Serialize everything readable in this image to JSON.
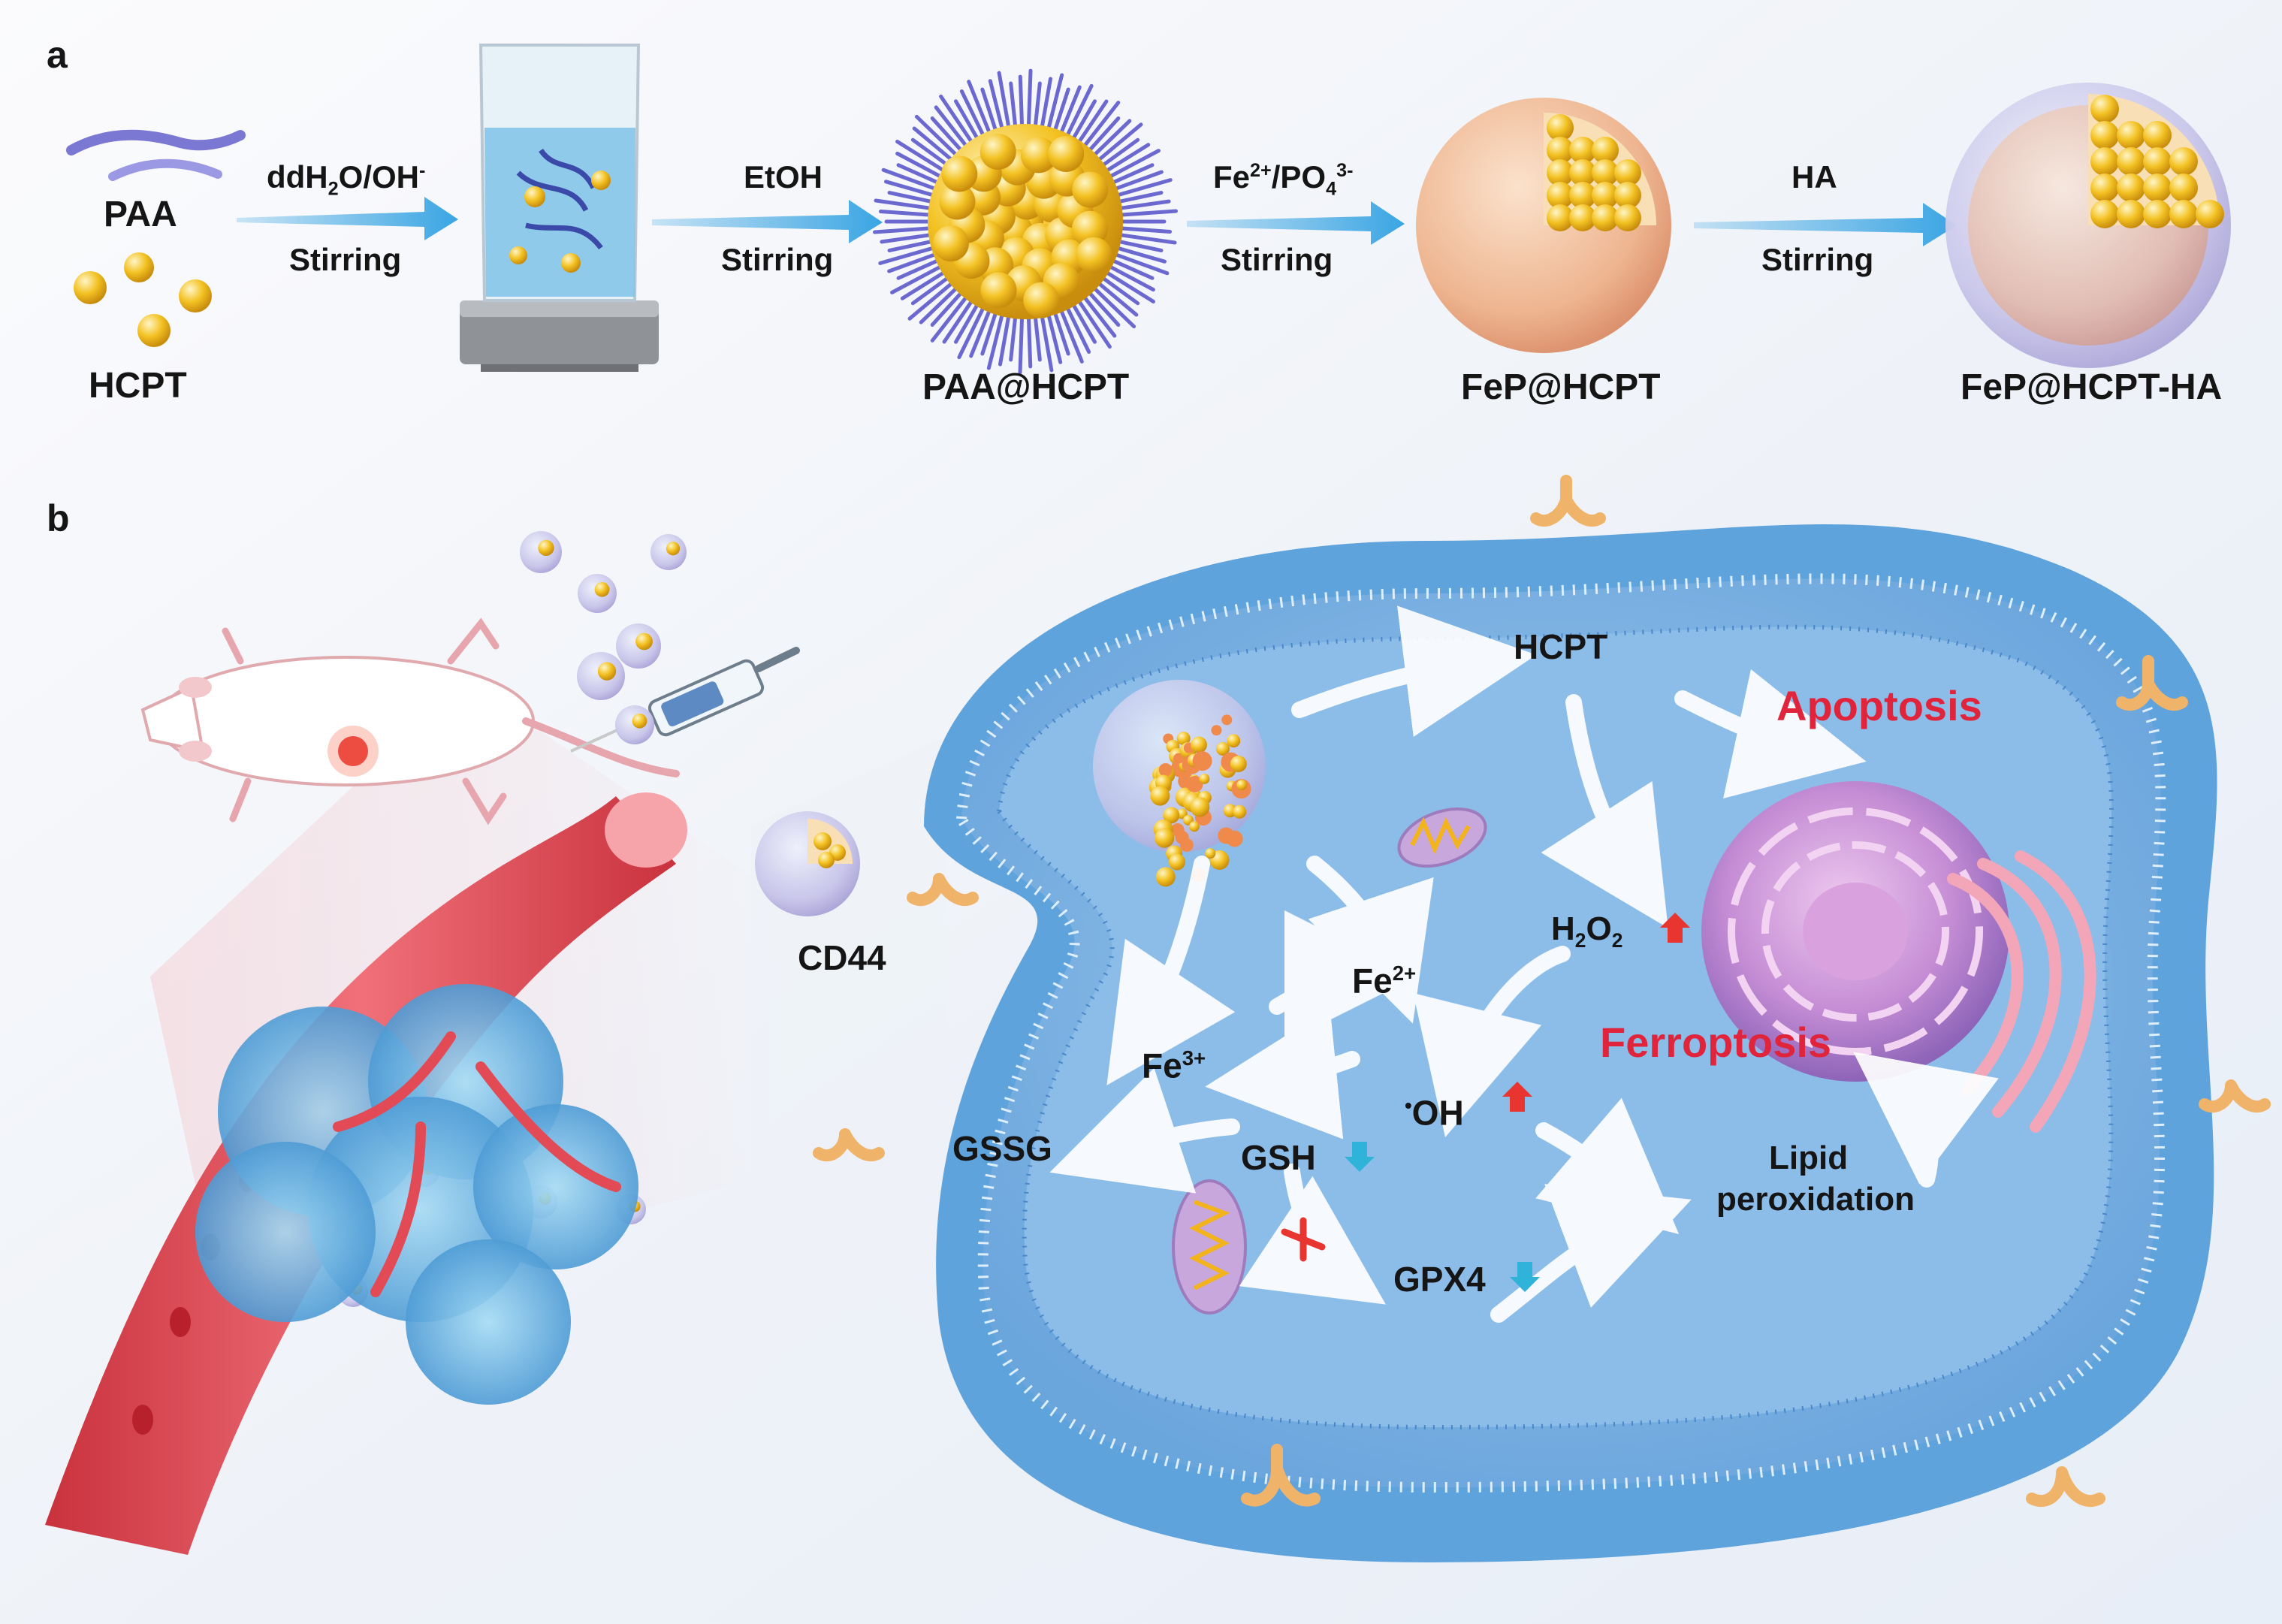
{
  "panel_a": {
    "label": "a",
    "reagent_paa": "PAA",
    "reagent_hcpt": "HCPT",
    "steps": [
      {
        "above": {
          "base": "ddH",
          "sub": "2",
          "mid": "O/OH",
          "sup": "-"
        },
        "below": "Stirring"
      },
      {
        "above": {
          "text": "EtOH"
        },
        "below": "Stirring"
      },
      {
        "above": {
          "base": "Fe",
          "sup": "2+",
          "mid": "/PO",
          "sub": "4",
          "sup2": "3-"
        },
        "below": "Stirring"
      },
      {
        "above": {
          "text": "HA"
        },
        "below": "Stirring"
      }
    ],
    "products": [
      "PAA@HCPT",
      "FeP@HCPT",
      "FeP@HCPT-HA"
    ]
  },
  "panel_b": {
    "label": "b",
    "receptor": "CD44",
    "hcpt": "HCPT",
    "apoptosis": "Apoptosis",
    "h2o2": {
      "base": "H",
      "sub1": "2",
      "mid": "O",
      "sub2": "2"
    },
    "fe2": {
      "base": "Fe",
      "sup": "2+"
    },
    "fe3": {
      "base": "Fe",
      "sup": "3+"
    },
    "oh": {
      "dot": "•",
      "text": "OH"
    },
    "gssg": "GSSG",
    "gsh": "GSH",
    "gpx4": "GPX4",
    "ferroptosis": "Ferroptosis",
    "lipid_line1": "Lipid",
    "lipid_line2": "peroxidation"
  },
  "colors": {
    "arrow_blue": "#3aa5e3",
    "label_red": "#e0243c",
    "up_arrow": "#e8352f",
    "down_arrow": "#2fb3d8",
    "membrane": "#6fb2e6",
    "vessel": "#e24a55",
    "tumor": "#69b9e8",
    "nanoparticle_core": "#f3c223"
  }
}
